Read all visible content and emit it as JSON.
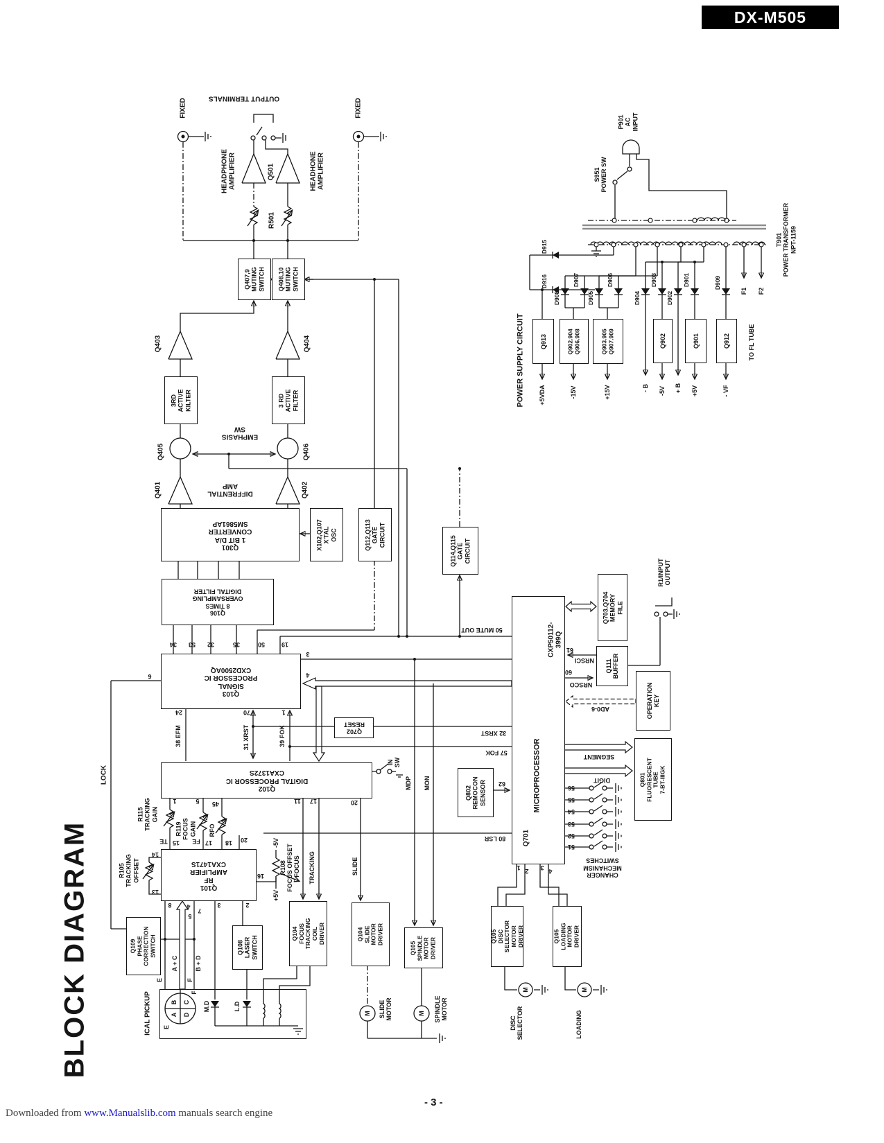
{
  "header": {
    "model": "DX-M505",
    "title": "BLOCK DIAGRAM",
    "page": "- 3 -",
    "footer": {
      "prefix": "Downloaded from",
      "link": "www.Manualslib.com",
      "suffix": "manuals search engine"
    }
  },
  "audio": {
    "fixed_left": "FIXED",
    "fixed_right": "FIXED",
    "output_terminals": "OUTPUT TERMINALS",
    "hp_amp_left": "HEADPHONE\nAMPLIFIER",
    "q501": "Q501",
    "hp_amp_right": "HEADHONE\nAMPLIFIER",
    "r501": "R501",
    "muting_left": "Q407,9\nMUTING\nSWITCH",
    "muting_right": "Q408,10\nMUTING\nSWITCH",
    "q403": "Q403",
    "q404": "Q404",
    "filter_left": "3RD\nACTIVE\nKILTER",
    "filter_right": "3 RD\nACTIVE\nFILTER",
    "q405": "Q405",
    "q406": "Q406",
    "emphasis": "EMPHASIS\nSW",
    "q401": "Q401",
    "q402": "Q402",
    "diff_amp": "DIFFRENTIAL\nAMP",
    "dac": "Q301\n1 BIT D/A\nCONVERTER\nSM5861AP",
    "xtal": "X102,Q107\nX'TAL OSC",
    "gate1": "Q112,Q113\nGATE\nCIRCUIT",
    "gate2": "Q114,Q115\nGATE\nCIRCUIT"
  },
  "dsp": {
    "dig_filter": "Q106\n8 TIMES\nOVERSAMPLING\nDIGITAL FILTER",
    "sp": "Q103\nSIGNAL PROCESSOR IC\nCXD2500AQ",
    "reset": "Q702\nRESET",
    "dp": "Q102\nDIGITAL PROCESSOR IC\nCXA1372S",
    "rf": "Q101\nRF AMPLIFIER\nCXA1471S",
    "lock": "LOCK",
    "efm": "38 EFM",
    "xrst_v": "31 XRST",
    "fok_v": "39 FOK",
    "insw": "IN\nSW",
    "mdp": "MDP",
    "mon": "MON"
  },
  "pins": {
    "sp_top": [
      "34",
      "53",
      "32",
      "35",
      "50",
      "19"
    ],
    "sp_left6": "6",
    "sp3": "3",
    "sp4": "4",
    "p24": "24",
    "p70": "70",
    "p1": "1",
    "dp1": "1",
    "dp5": "5",
    "dp45": "45",
    "dp11": "11",
    "dp17": "17",
    "dp20": "20",
    "te": "TE",
    "p15": "15",
    "fe": "FE",
    "p17b": "17",
    "p18": "18",
    "p14": "14",
    "p13": "13",
    "p16": "16",
    "rf20": "20",
    "rf_bottom": [
      "8",
      "4",
      "5",
      "7",
      "3",
      "2"
    ],
    "micro_bottom": [
      "1",
      "2",
      "3",
      "4"
    ],
    "sw": [
      "56",
      "55",
      "54",
      "53",
      "52",
      "51"
    ],
    "p61": "61",
    "p60": "60",
    "p62": "62"
  },
  "servo": {
    "r115": "R115\nTRACKING\nGAIN",
    "r119": "R119\nFOCUS\nGAIN",
    "rfo": "RFO",
    "r105": "R105\nTRACKING\nOFFSET",
    "r108": "R108\nFOCUS OFFSET",
    "v_minus": "-5V",
    "v_plus": "+5V",
    "focus": "FOCUS",
    "tracking": "TRACKING",
    "slide": "SLIDE",
    "coil_driver": "Q104\nFOCUS\nTRACKING\nCOIL DRIVER",
    "slide_driver": "Q104\nSLIDE MOTOR\nDRIVER",
    "spindle_driver": "Q105\nSPINDLE\nMOTOR\nDRIVER",
    "slide_motor": "SLIDE\nMOTOR",
    "spindle_motor": "SPINDLE\nMOTOR",
    "m": "M",
    "laser": "Q108\nLASER\nSWITCH",
    "phase": "Q109\nPHASE\nCORRECTION\nSWITCH",
    "pickup": "ICAL PICKUP",
    "quad_b": "B",
    "quad_c": "C",
    "quad_a": "A",
    "quad_d": "D",
    "e_wire": "E",
    "f_wire": "F",
    "e_in": "E",
    "f_in": "F",
    "ac": "A + C",
    "bd": "B + D",
    "md": "M.D",
    "ld": "L.D"
  },
  "micro": {
    "mute": "50 MUTE OUT",
    "xrst": "32 XRST",
    "fok": "57 FOK",
    "lsr": "80 LSR",
    "name": "MICROPROCESSOR",
    "q701": "Q701",
    "part": "CXP50112-399Q",
    "nrsci": "NRSCI",
    "nrsco": "NRSCO",
    "ad": "AD0-6",
    "segment": "SEGMENT",
    "digit": "DIGIT",
    "memory": "Q703.Q704\nMEMORY FILE",
    "buffer": "Q111\nBUFFER",
    "opkey": "OPERATION\nKEY",
    "ri": "R1/INPUT\nOUTPUT",
    "remocon": "Q802\nREMOCON\nSENSOR",
    "fl_tube": "Q801\nFLUORESCENT\nTUBE\n7-BT-IIIGK",
    "changer": "CHANGER\nMECHANISM\nSWITCHES",
    "disc_driver": "Q105\nDISC SELECTOR\nMOTOR DRIVER",
    "loading_driver": "Q105\nLOADING\nMOTOR DRIVER",
    "disc": "DISC\nSELECTOR",
    "loading": "LOADING"
  },
  "power": {
    "title": "POWER SUPPLY CIRCUIT",
    "p901": "P901\nAC\nINPUT",
    "s951": "S951\nPOWER SW",
    "t901": "T901\nPOWER TRANSFORMER\nNPT-1159",
    "d915": "D915",
    "d916": "D916",
    "d908": "D908",
    "d907": "D907",
    "d905": "D905",
    "d906": "D906",
    "d904": "D904",
    "d903": "D903",
    "d902": "D902",
    "d901": "D901",
    "d909": "D909",
    "q913": "Q913",
    "q24": "Q902.904\nQ906.908",
    "q35": "Q903.905\nQ907.909",
    "q902": "Q902",
    "q901": "Q901",
    "q912": "Q912",
    "o_5vda": "+5VDA",
    "o_m15": "-15V",
    "o_p15": "+15V",
    "o_mb": "- B",
    "o_m5": "-5V",
    "o_pb": "+ B",
    "o_p5": "+5V",
    "o_vf": "- VF",
    "fl": "TO FL TUBE",
    "f1": "F1",
    "f2": "F2"
  }
}
